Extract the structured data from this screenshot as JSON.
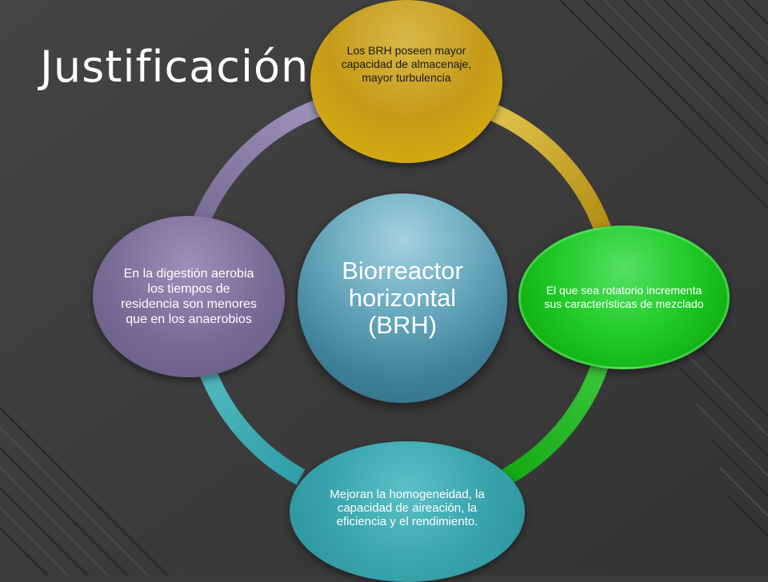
{
  "title": "Justificación",
  "center": {
    "label": "Biorreactor horizontal (BRH)"
  },
  "nodes": {
    "top": {
      "text": "Los BRH poseen mayor capacidad de almacenaje, mayor turbulencia"
    },
    "right": {
      "text": "El que sea rotatorio incrementa sus características de mezclado"
    },
    "bottom": {
      "text": "Mejoran la homogeneidad, la capacidad de aireación, la eficiencia y el rendimiento."
    },
    "left": {
      "text": "En la digestión aerobia los tiempos de residencia son menores que en los  anaerobios"
    }
  },
  "colors": {
    "background": "#3c3c3c",
    "top": "#d2a812",
    "right": "#11c315",
    "bottom": "#3aa5ae",
    "left": "#756b94",
    "center": "#4f92aa"
  }
}
